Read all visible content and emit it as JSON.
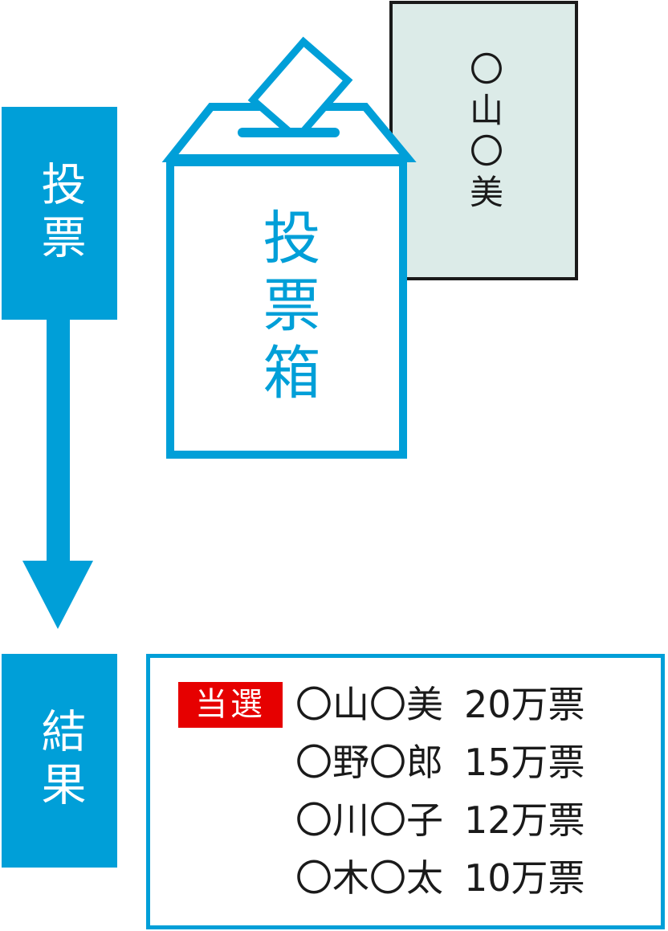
{
  "colors": {
    "accent_blue": "#009fd8",
    "winner_red": "#e60000",
    "ballot_card_bg": "#dcebe8",
    "text_black": "#1a1a1a"
  },
  "flow": {
    "step1_label": "投票",
    "step2_label": "結果"
  },
  "ballot_box": {
    "label": "投票箱"
  },
  "ballot_paper": {
    "candidate": "〇山〇美"
  },
  "results": {
    "winner_badge_label": "当選",
    "rows": [
      {
        "name": "〇山〇美",
        "votes": "20万票",
        "winner": true
      },
      {
        "name": "〇野〇郎",
        "votes": "15万票",
        "winner": false
      },
      {
        "name": "〇川〇子",
        "votes": "12万票",
        "winner": false
      },
      {
        "name": "〇木〇太",
        "votes": "10万票",
        "winner": false
      }
    ]
  }
}
